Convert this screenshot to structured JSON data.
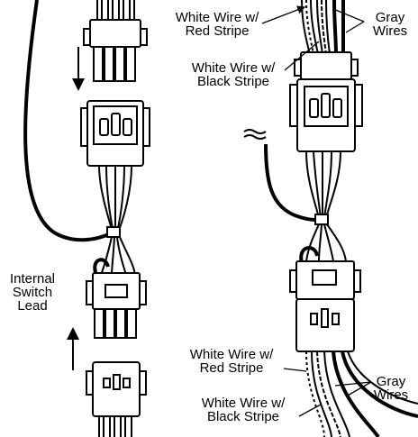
{
  "labels": {
    "top_red_stripe": [
      "White Wire w/",
      "Red Stripe"
    ],
    "top_gray": [
      "Gray",
      "Wires"
    ],
    "top_black_stripe": [
      "White Wire w/",
      "Black Stripe"
    ],
    "internal_switch": [
      "Internal",
      "Switch",
      "Lead"
    ],
    "bottom_red_stripe": [
      "White Wire w/",
      "Red Stripe"
    ],
    "bottom_gray": [
      "Gray",
      "Wires"
    ],
    "bottom_black_stripe": [
      "White Wire w/",
      "Black Stripe"
    ]
  },
  "colors": {
    "ink": "#000000",
    "paper": "#ffffff"
  }
}
